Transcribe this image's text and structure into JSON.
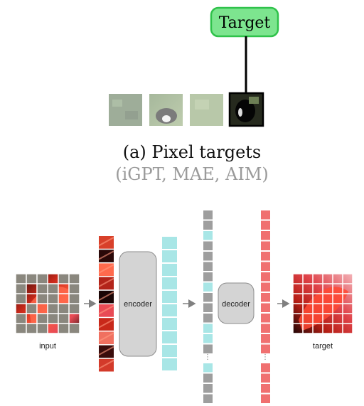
{
  "top_panel": {
    "target_label": "Target",
    "caption": "(a) Pixel targets",
    "subcaption": "(iGPT, MAE, AIM)"
  },
  "bottom_panel": {
    "input_label": "input",
    "encoder_label": "encoder",
    "decoder_label": "decoder",
    "target_label": "target",
    "ellipsis": "⋮"
  },
  "colors": {
    "target_box_fill": "#7de58f",
    "target_box_stroke": "#2fc24a",
    "encoder_token": "#a8e6e6",
    "mask_token": "#9e9e9e",
    "decoder_output": "#f07070",
    "block": "#d4d4d4",
    "mask_patch": "#8a877e"
  }
}
